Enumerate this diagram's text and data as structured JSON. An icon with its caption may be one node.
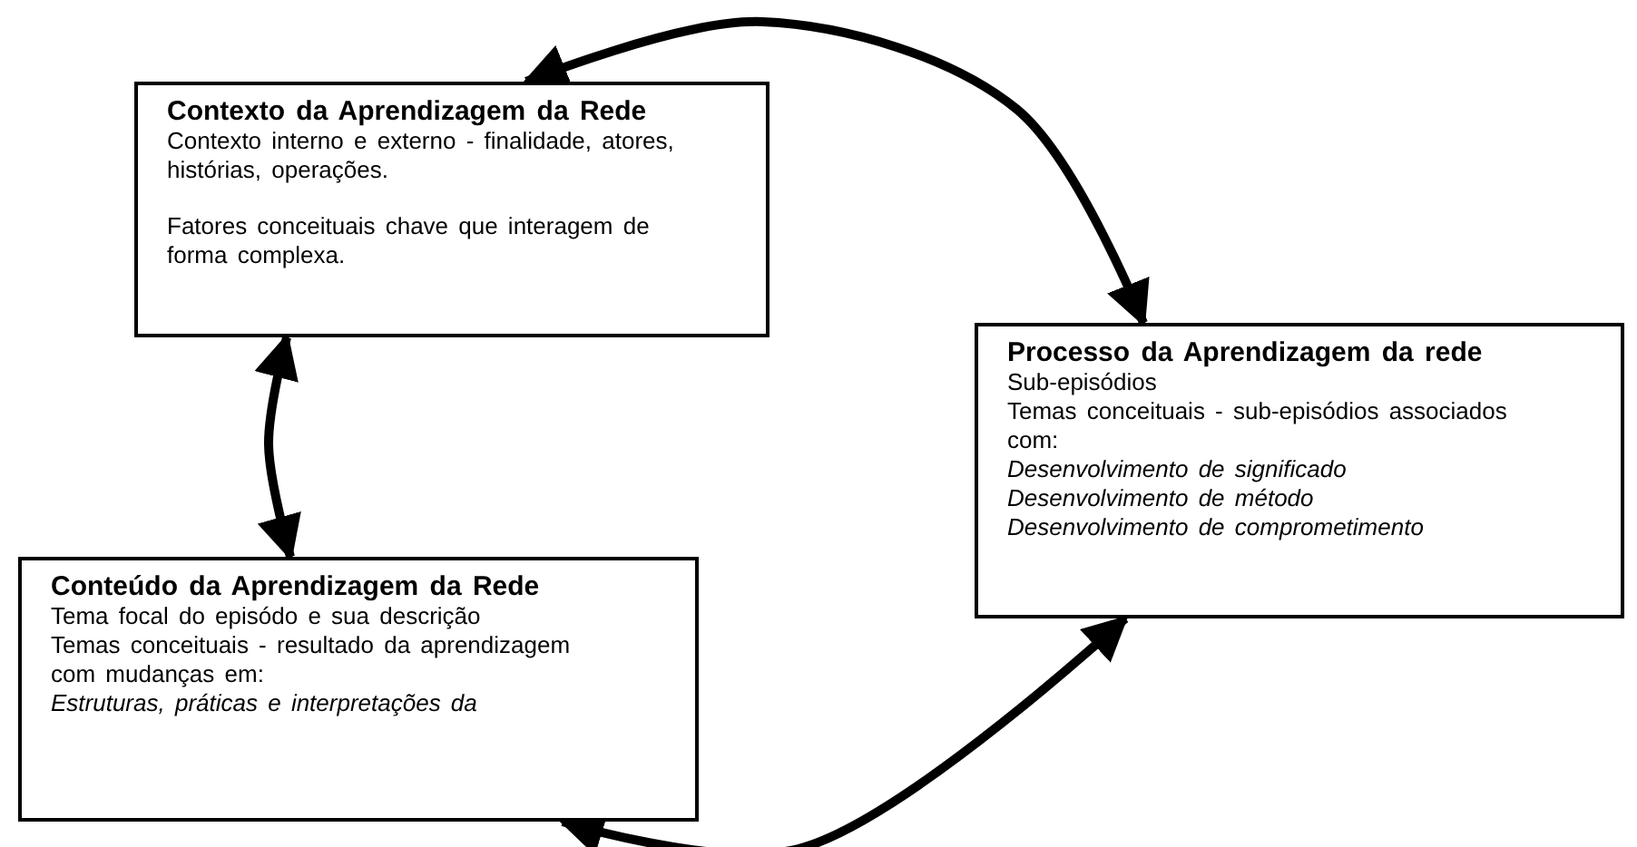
{
  "diagram": {
    "nodes": [
      {
        "text": [
          "Contexto da Aprendizagem da Rede",
          "Contexto interno e externo - finalidade, atores, histórias, operações.",
          "Fatores conceituais chave que interagem de forma complexa."
        ]
      },
      {
        "text": [
          "Processo da Aprendizagem da rede",
          "Sub-episódios",
          "Temas conceituais - sub-episódios associados com:",
          "*Desenvolvimento  de significado*",
          "*Desenvolvimento  de método*",
          "*Desenvolvimento  de comprometimento*"
        ]
      },
      {
        "text": [
          "Conteúdo da Aprendizagem da Rede",
          "Tema focal do episódo e sua descrição",
          "Temas conceituais - resultado da aprendizagem com mudanças em:",
          "*Estruturas, práticas e interpretações da*"
        ]
      }
    ],
    "edges": [
      {
        "from": 0,
        "to": 1,
        "arrow": "both"
      },
      {
        "from": 0,
        "to": 2,
        "arrow": "both"
      },
      {
        "from": 2,
        "to": 1,
        "arrow": "both"
      }
    ]
  }
}
